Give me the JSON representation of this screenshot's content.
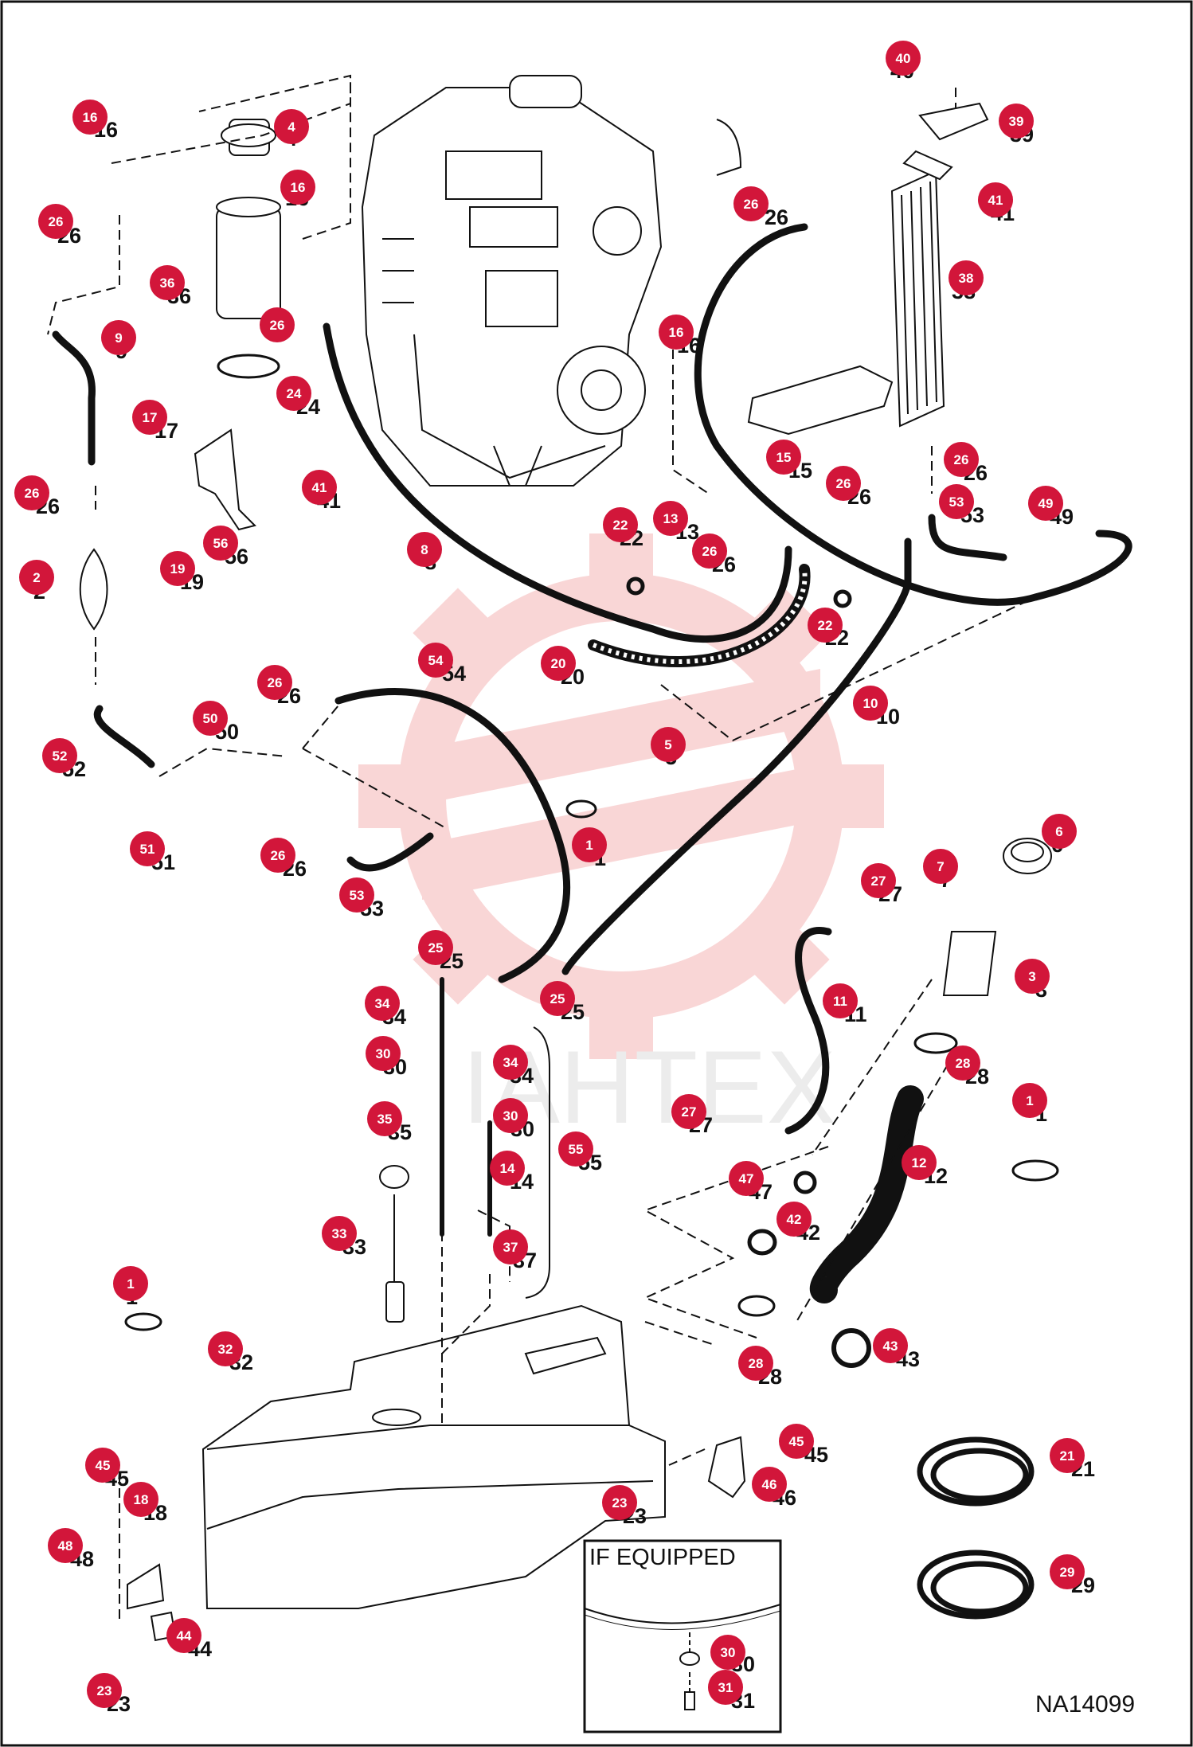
{
  "diagram": {
    "reference_code": "NA14099",
    "inset_title": "IF EQUIPPED",
    "watermark": "IAHTEX",
    "colors": {
      "callout_fill": "#d2163a",
      "line": "#111111",
      "watermark": "#f5b5b5"
    },
    "callouts": [
      {
        "id": "40",
        "label": "40"
      },
      {
        "id": "39",
        "label": "39"
      },
      {
        "id": "41",
        "label": "41"
      },
      {
        "id": "38",
        "label": "38"
      },
      {
        "id": "16",
        "label": "16"
      },
      {
        "id": "4",
        "label": "4"
      },
      {
        "id": "26",
        "label": "26"
      },
      {
        "id": "36",
        "label": "36"
      },
      {
        "id": "9",
        "label": "9"
      },
      {
        "id": "24",
        "label": "24"
      },
      {
        "id": "17",
        "label": "17"
      },
      {
        "id": "2",
        "label": "2"
      },
      {
        "id": "19",
        "label": "19"
      },
      {
        "id": "56",
        "label": "56"
      },
      {
        "id": "8",
        "label": "8"
      },
      {
        "id": "22",
        "label": "22"
      },
      {
        "id": "13",
        "label": "13"
      },
      {
        "id": "15",
        "label": "15"
      },
      {
        "id": "53",
        "label": "53"
      },
      {
        "id": "49",
        "label": "49"
      },
      {
        "id": "20",
        "label": "20"
      },
      {
        "id": "10",
        "label": "10"
      },
      {
        "id": "54",
        "label": "54"
      },
      {
        "id": "50",
        "label": "50"
      },
      {
        "id": "52",
        "label": "52"
      },
      {
        "id": "51",
        "label": "51"
      },
      {
        "id": "5",
        "label": "5"
      },
      {
        "id": "1",
        "label": "1"
      },
      {
        "id": "6",
        "label": "6"
      },
      {
        "id": "7",
        "label": "7"
      },
      {
        "id": "27",
        "label": "27"
      },
      {
        "id": "3",
        "label": "3"
      },
      {
        "id": "11",
        "label": "11"
      },
      {
        "id": "25",
        "label": "25"
      },
      {
        "id": "34",
        "label": "34"
      },
      {
        "id": "30",
        "label": "30"
      },
      {
        "id": "35",
        "label": "35"
      },
      {
        "id": "14",
        "label": "14"
      },
      {
        "id": "55",
        "label": "55"
      },
      {
        "id": "28",
        "label": "28"
      },
      {
        "id": "47",
        "label": "47"
      },
      {
        "id": "42",
        "label": "42"
      },
      {
        "id": "12",
        "label": "12"
      },
      {
        "id": "33",
        "label": "33"
      },
      {
        "id": "37",
        "label": "37"
      },
      {
        "id": "43",
        "label": "43"
      },
      {
        "id": "32",
        "label": "32"
      },
      {
        "id": "45",
        "label": "45"
      },
      {
        "id": "46",
        "label": "46"
      },
      {
        "id": "23",
        "label": "23"
      },
      {
        "id": "18",
        "label": "18"
      },
      {
        "id": "48",
        "label": "48"
      },
      {
        "id": "44",
        "label": "44"
      },
      {
        "id": "21",
        "label": "21"
      },
      {
        "id": "29",
        "label": "29"
      },
      {
        "id": "31",
        "label": "31"
      }
    ]
  }
}
